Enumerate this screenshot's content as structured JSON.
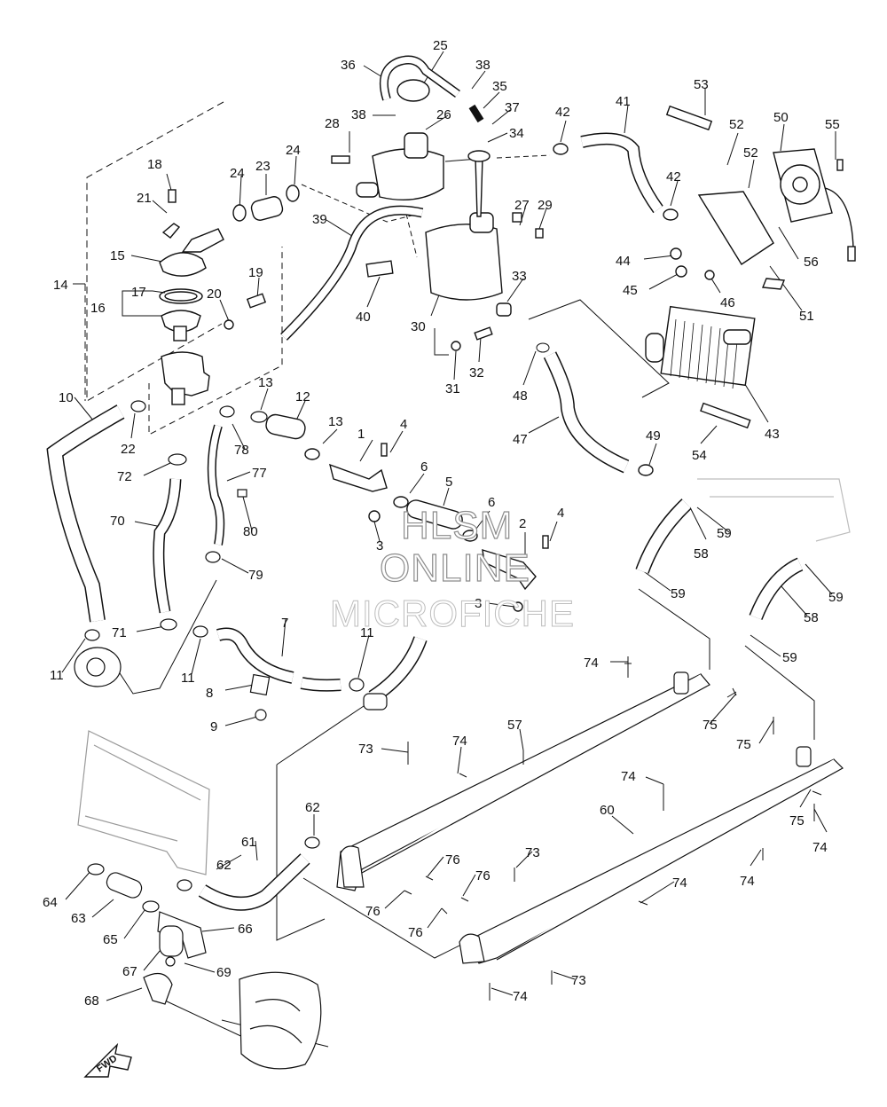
{
  "watermark": {
    "line1": "HLSM",
    "line2": "ONLINE",
    "line3": "MICROFICHE"
  },
  "fwd_arrow_label": "FWD",
  "colors": {
    "line": "#111111",
    "watermark_outline": "#8c8c8c",
    "watermark_fill": "#ffffff"
  },
  "callouts": [
    "1",
    "2",
    "3",
    "3",
    "4",
    "4",
    "5",
    "6",
    "6",
    "7",
    "8",
    "9",
    "10",
    "11",
    "11",
    "11",
    "11",
    "12",
    "13",
    "13",
    "14",
    "15",
    "16",
    "17",
    "18",
    "19",
    "20",
    "21",
    "22",
    "23",
    "24",
    "24",
    "25",
    "26",
    "27",
    "28",
    "29",
    "30",
    "31",
    "32",
    "33",
    "34",
    "35",
    "36",
    "37",
    "38",
    "38",
    "39",
    "40",
    "41",
    "42",
    "42",
    "43",
    "44",
    "45",
    "46",
    "47",
    "48",
    "49",
    "50",
    "51",
    "52",
    "52",
    "53",
    "54",
    "55",
    "56",
    "57",
    "58",
    "58",
    "59",
    "59",
    "59",
    "59",
    "60",
    "61",
    "62",
    "62",
    "63",
    "64",
    "65",
    "66",
    "67",
    "68",
    "69",
    "70",
    "71",
    "72",
    "73",
    "73",
    "73",
    "74",
    "74",
    "74",
    "74",
    "74",
    "74",
    "74",
    "75",
    "75",
    "75",
    "76",
    "76",
    "76",
    "76",
    "77",
    "78",
    "79",
    "80"
  ]
}
